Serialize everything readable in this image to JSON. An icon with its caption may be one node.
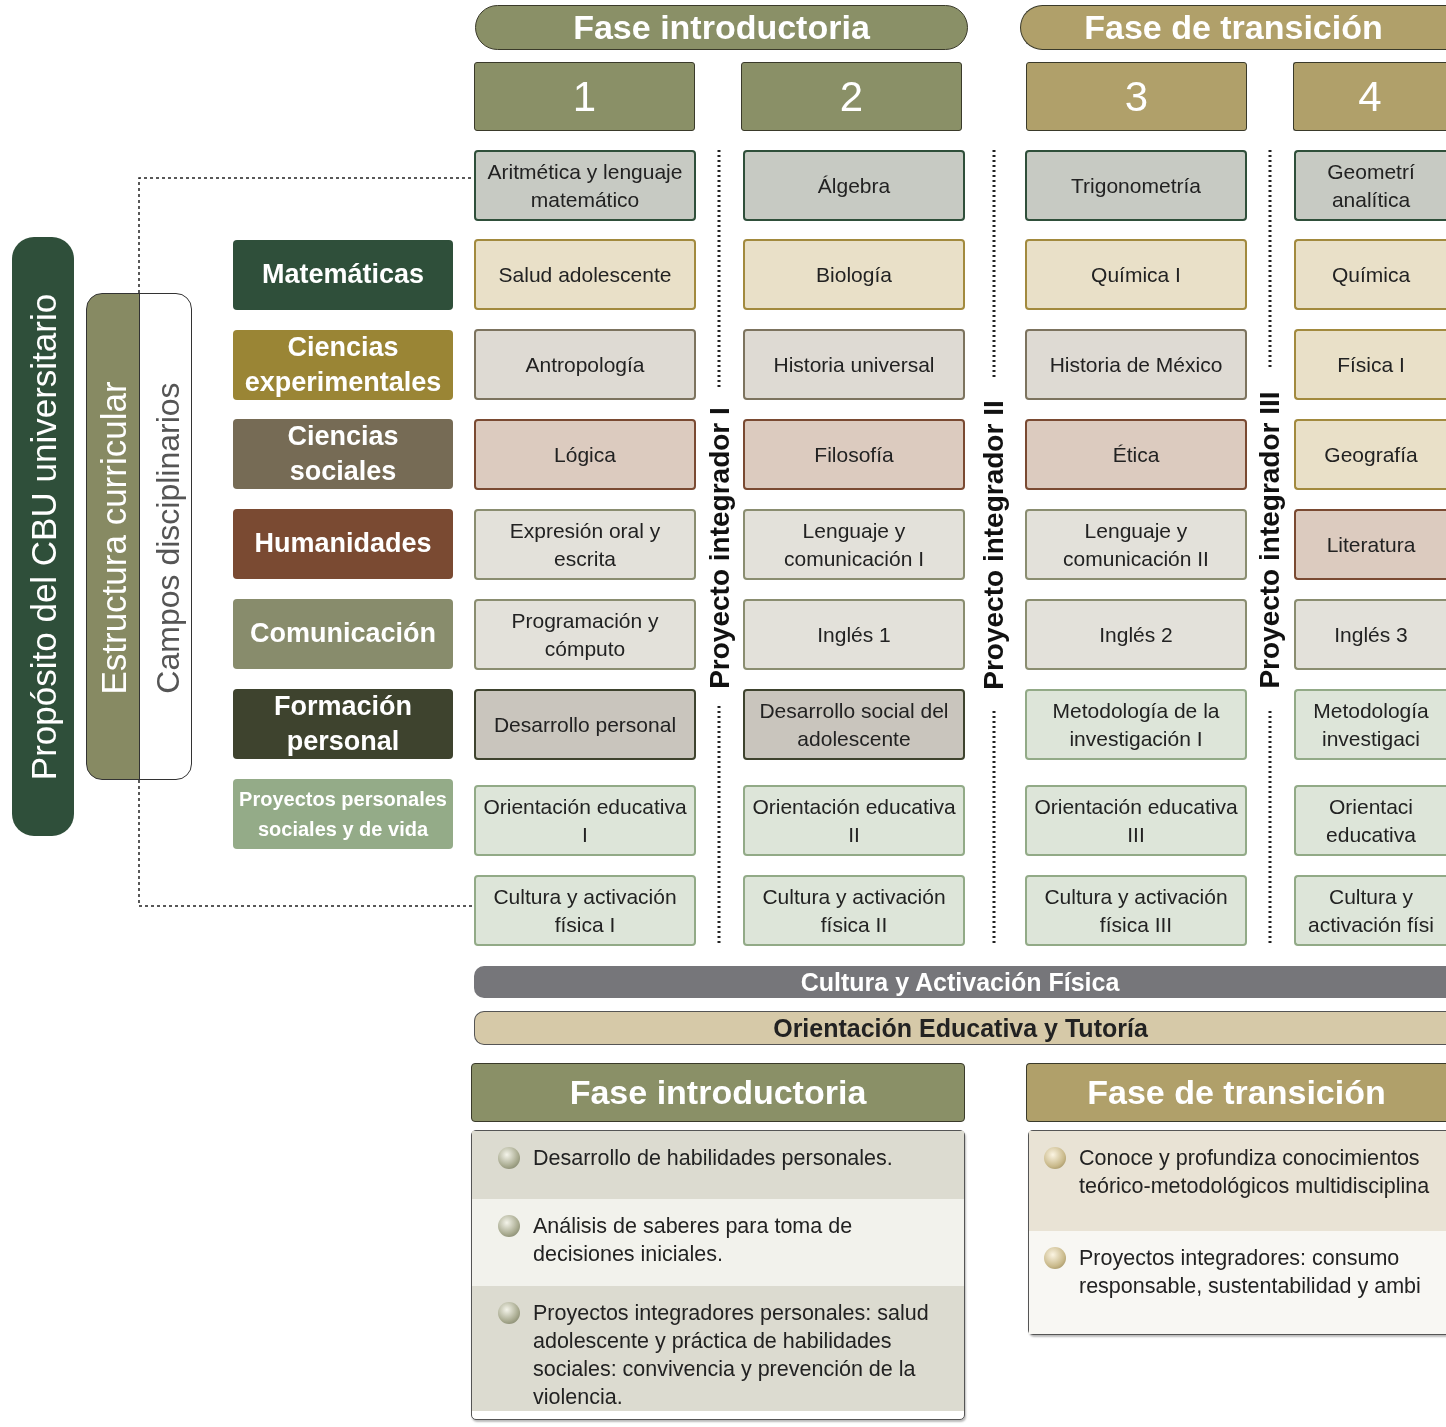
{
  "diagram": {
    "nodes": [
      {
        "text": [
          "Fase introductoria"
        ]
      },
      {
        "text": [
          "Fase de transición"
        ]
      },
      {
        "text": [
          "1"
        ]
      },
      {
        "text": [
          "2"
        ]
      },
      {
        "text": [
          "3"
        ]
      },
      {
        "text": [
          "4"
        ]
      },
      {
        "text": [
          "Propósito del CBU universitario"
        ]
      },
      {
        "text": [
          "Estructura curricular",
          "Campos disciplinarios"
        ]
      },
      {
        "text": [
          "Matemáticas"
        ]
      },
      {
        "text": [
          "Ciencias experimentales"
        ]
      },
      {
        "text": [
          "Ciencias sociales"
        ]
      },
      {
        "text": [
          "Humanidades"
        ]
      },
      {
        "text": [
          "Comunicación"
        ]
      },
      {
        "text": [
          "Formación personal"
        ]
      },
      {
        "text": [
          "Proyectos personales sociales y de vida"
        ]
      },
      {
        "text": [
          "Aritmética y lenguaje matemático"
        ]
      },
      {
        "text": [
          "Álgebra"
        ]
      },
      {
        "text": [
          "Trigonometría"
        ]
      },
      {
        "text": [
          "Geometrí analítica"
        ]
      },
      {
        "text": [
          "Salud adolescente"
        ]
      },
      {
        "text": [
          "Biología"
        ]
      },
      {
        "text": [
          "Química I"
        ]
      },
      {
        "text": [
          "Química"
        ]
      },
      {
        "text": [
          "Antropología"
        ]
      },
      {
        "text": [
          "Historia universal"
        ]
      },
      {
        "text": [
          "Historia de México"
        ]
      },
      {
        "text": [
          "Física I"
        ]
      },
      {
        "text": [
          "Lógica"
        ]
      },
      {
        "text": [
          "Filosofía"
        ]
      },
      {
        "text": [
          "Ética"
        ]
      },
      {
        "text": [
          "Geografía"
        ]
      },
      {
        "text": [
          "Expresión oral y escrita"
        ]
      },
      {
        "text": [
          "Lenguaje y comunicación I"
        ]
      },
      {
        "text": [
          "Lenguaje y comunicación II"
        ]
      },
      {
        "text": [
          "Literatura"
        ]
      },
      {
        "text": [
          "Programación y cómputo"
        ]
      },
      {
        "text": [
          "Inglés 1"
        ]
      },
      {
        "text": [
          "Inglés 2"
        ]
      },
      {
        "text": [
          "Inglés 3"
        ]
      },
      {
        "text": [
          "Desarrollo personal"
        ]
      },
      {
        "text": [
          "Desarrollo social del adolescente"
        ]
      },
      {
        "text": [
          "Metodología de la investigación I"
        ]
      },
      {
        "text": [
          "Metodología investigaci"
        ]
      },
      {
        "text": [
          "Orientación educativa I"
        ]
      },
      {
        "text": [
          "Orientación educativa II"
        ]
      },
      {
        "text": [
          "Orientación educativa III"
        ]
      },
      {
        "text": [
          "Orientaci educativa"
        ]
      },
      {
        "text": [
          "Cultura y activación física I"
        ]
      },
      {
        "text": [
          "Cultura y activación física II"
        ]
      },
      {
        "text": [
          "Cultura y activación física III"
        ]
      },
      {
        "text": [
          "Cultura y activación físi"
        ]
      },
      {
        "text": [
          "Cultura y Activación Física"
        ]
      },
      {
        "text": [
          "Orientación Educativa y Tutoría"
        ]
      },
      {
        "text": [
          "Fase introductoria"
        ]
      },
      {
        "text": [],
        "shape": "box"
      },
      {
        "text": [
          "Desarrollo de habilidades personales."
        ],
        "in": 54
      },
      {
        "text": [
          "Análisis de saberes para toma de decisiones iniciales."
        ],
        "in": 54
      },
      {
        "text": [
          "Proyectos integradores personales: salud adolescente y práctica de habilidades sociales: convivencia y prevención de la violencia."
        ],
        "in": 54
      },
      {
        "text": [
          "Fase de transición"
        ]
      },
      {
        "text": [],
        "shape": "box"
      },
      {
        "text": [
          "Conoce y profundiza conocimientos teórico-metodológicos multidisciplina"
        ],
        "in": 59
      },
      {
        "text": [
          "Proyectos integradores: consumo responsable, sustentabilidad y ambi"
        ],
        "in": 59
      }
    ],
    "edges": [
      {
        "from": 7,
        "to": 15,
        "arrow": "none",
        "style": "dashed"
      },
      {
        "from": 7,
        "to": 47,
        "arrow": "none",
        "style": "dashed"
      }
    ],
    "labels": [
      "Proyecto integrador I",
      "Proyecto integrador II",
      "Proyecto integrador III"
    ]
  }
}
